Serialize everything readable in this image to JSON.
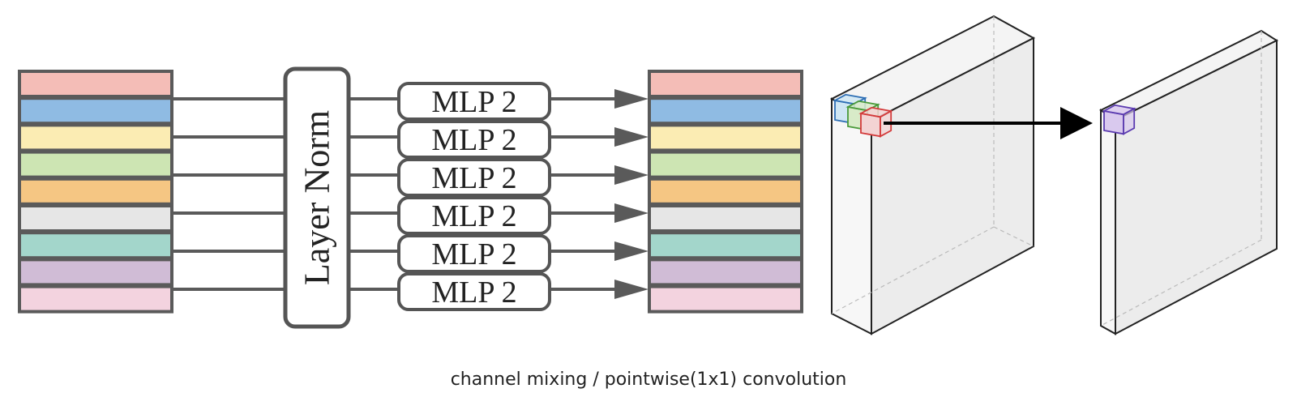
{
  "diagram": {
    "layer_norm_label": "Layer Norm",
    "mlp_label": "MLP 2",
    "input_channels": [
      {
        "color": "#f4bdb7"
      },
      {
        "color": "#8fbbe3"
      },
      {
        "color": "#fbecb3"
      },
      {
        "color": "#cde5b3"
      },
      {
        "color": "#f5c683"
      },
      {
        "color": "#e6e6e6"
      },
      {
        "color": "#a3d6cb"
      },
      {
        "color": "#d0bcd6"
      },
      {
        "color": "#f3d3df"
      }
    ],
    "output_channels": [
      {
        "color": "#f4bdb7"
      },
      {
        "color": "#8fbbe3"
      },
      {
        "color": "#fbecb3"
      },
      {
        "color": "#cde5b3"
      },
      {
        "color": "#f5c683"
      },
      {
        "color": "#e6e6e6"
      },
      {
        "color": "#a3d6cb"
      },
      {
        "color": "#d0bcd6"
      },
      {
        "color": "#f3d3df"
      }
    ],
    "mlp_count": 6,
    "input_cubes": [
      {
        "fill": "#cfe6f3",
        "stroke": "#2e6fb5"
      },
      {
        "fill": "#d8ebc8",
        "stroke": "#4a9a3a"
      },
      {
        "fill": "#f3d3d3",
        "stroke": "#d33a3a"
      }
    ],
    "output_cube": {
      "fill": "#d9c9ee",
      "stroke": "#5b3bb0"
    }
  },
  "caption": "channel mixing / pointwise(1x1) convolution"
}
